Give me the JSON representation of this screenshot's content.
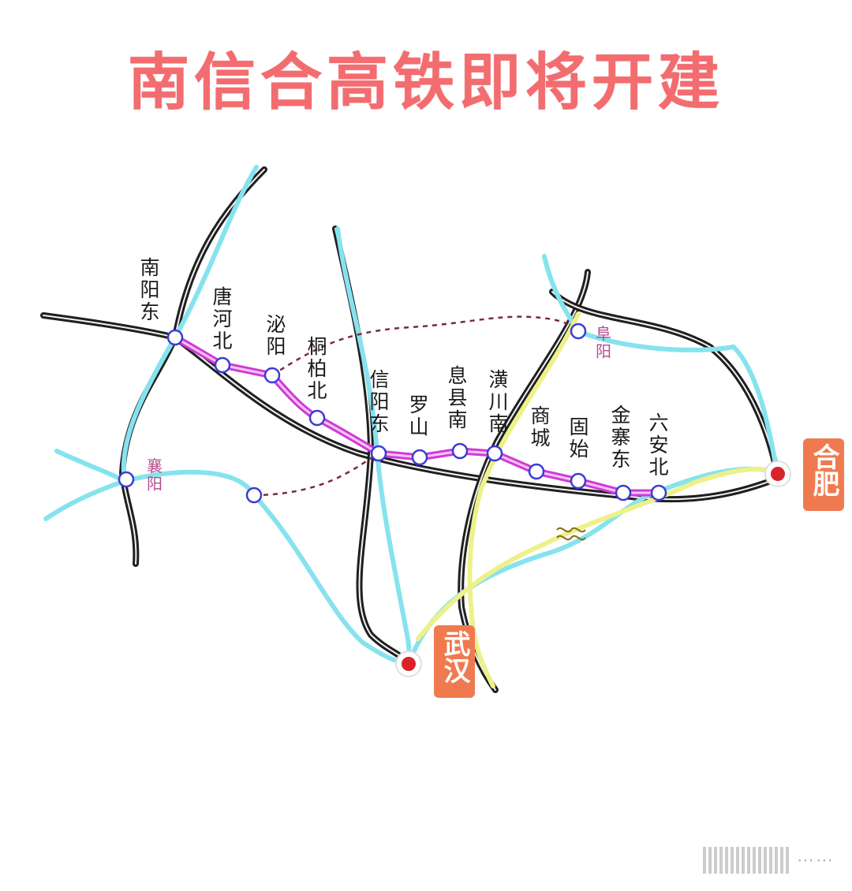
{
  "title": "南信合高铁即将开建",
  "colors": {
    "title": "#f36c6f",
    "existing_line_cyan": "#86e3ee",
    "existing_line_black": "#222222",
    "new_line_magenta": "#d13ad6",
    "planned_dashed": "#7a2a3a",
    "yellow_line": "#eef08a",
    "city_tag": "#f07a4f",
    "station_fill": "#ffffff",
    "hub_dot": "#d8232a"
  },
  "stations": {
    "nanyang_dong": "南阳东",
    "tanghe_bei": "唐河北",
    "biyang": "泌阳",
    "tongbai_bei": "桐柏北",
    "xinyang_dong": "信阳东",
    "luoshan": "罗山",
    "xixian_nan": "息县南",
    "huangchuan_nan": "潢川南",
    "shangcheng": "商城",
    "gushi": "固始",
    "jinzhai_dong": "金寨东",
    "liuan_bei": "六安北",
    "fuyang": "阜阳",
    "xiangyang": "襄阳"
  },
  "cities": {
    "hefei": "合肥",
    "wuhan": "武汉"
  },
  "watermark": {
    "icon": "brand-bars-icon",
    "dots": "⋯⋯"
  }
}
